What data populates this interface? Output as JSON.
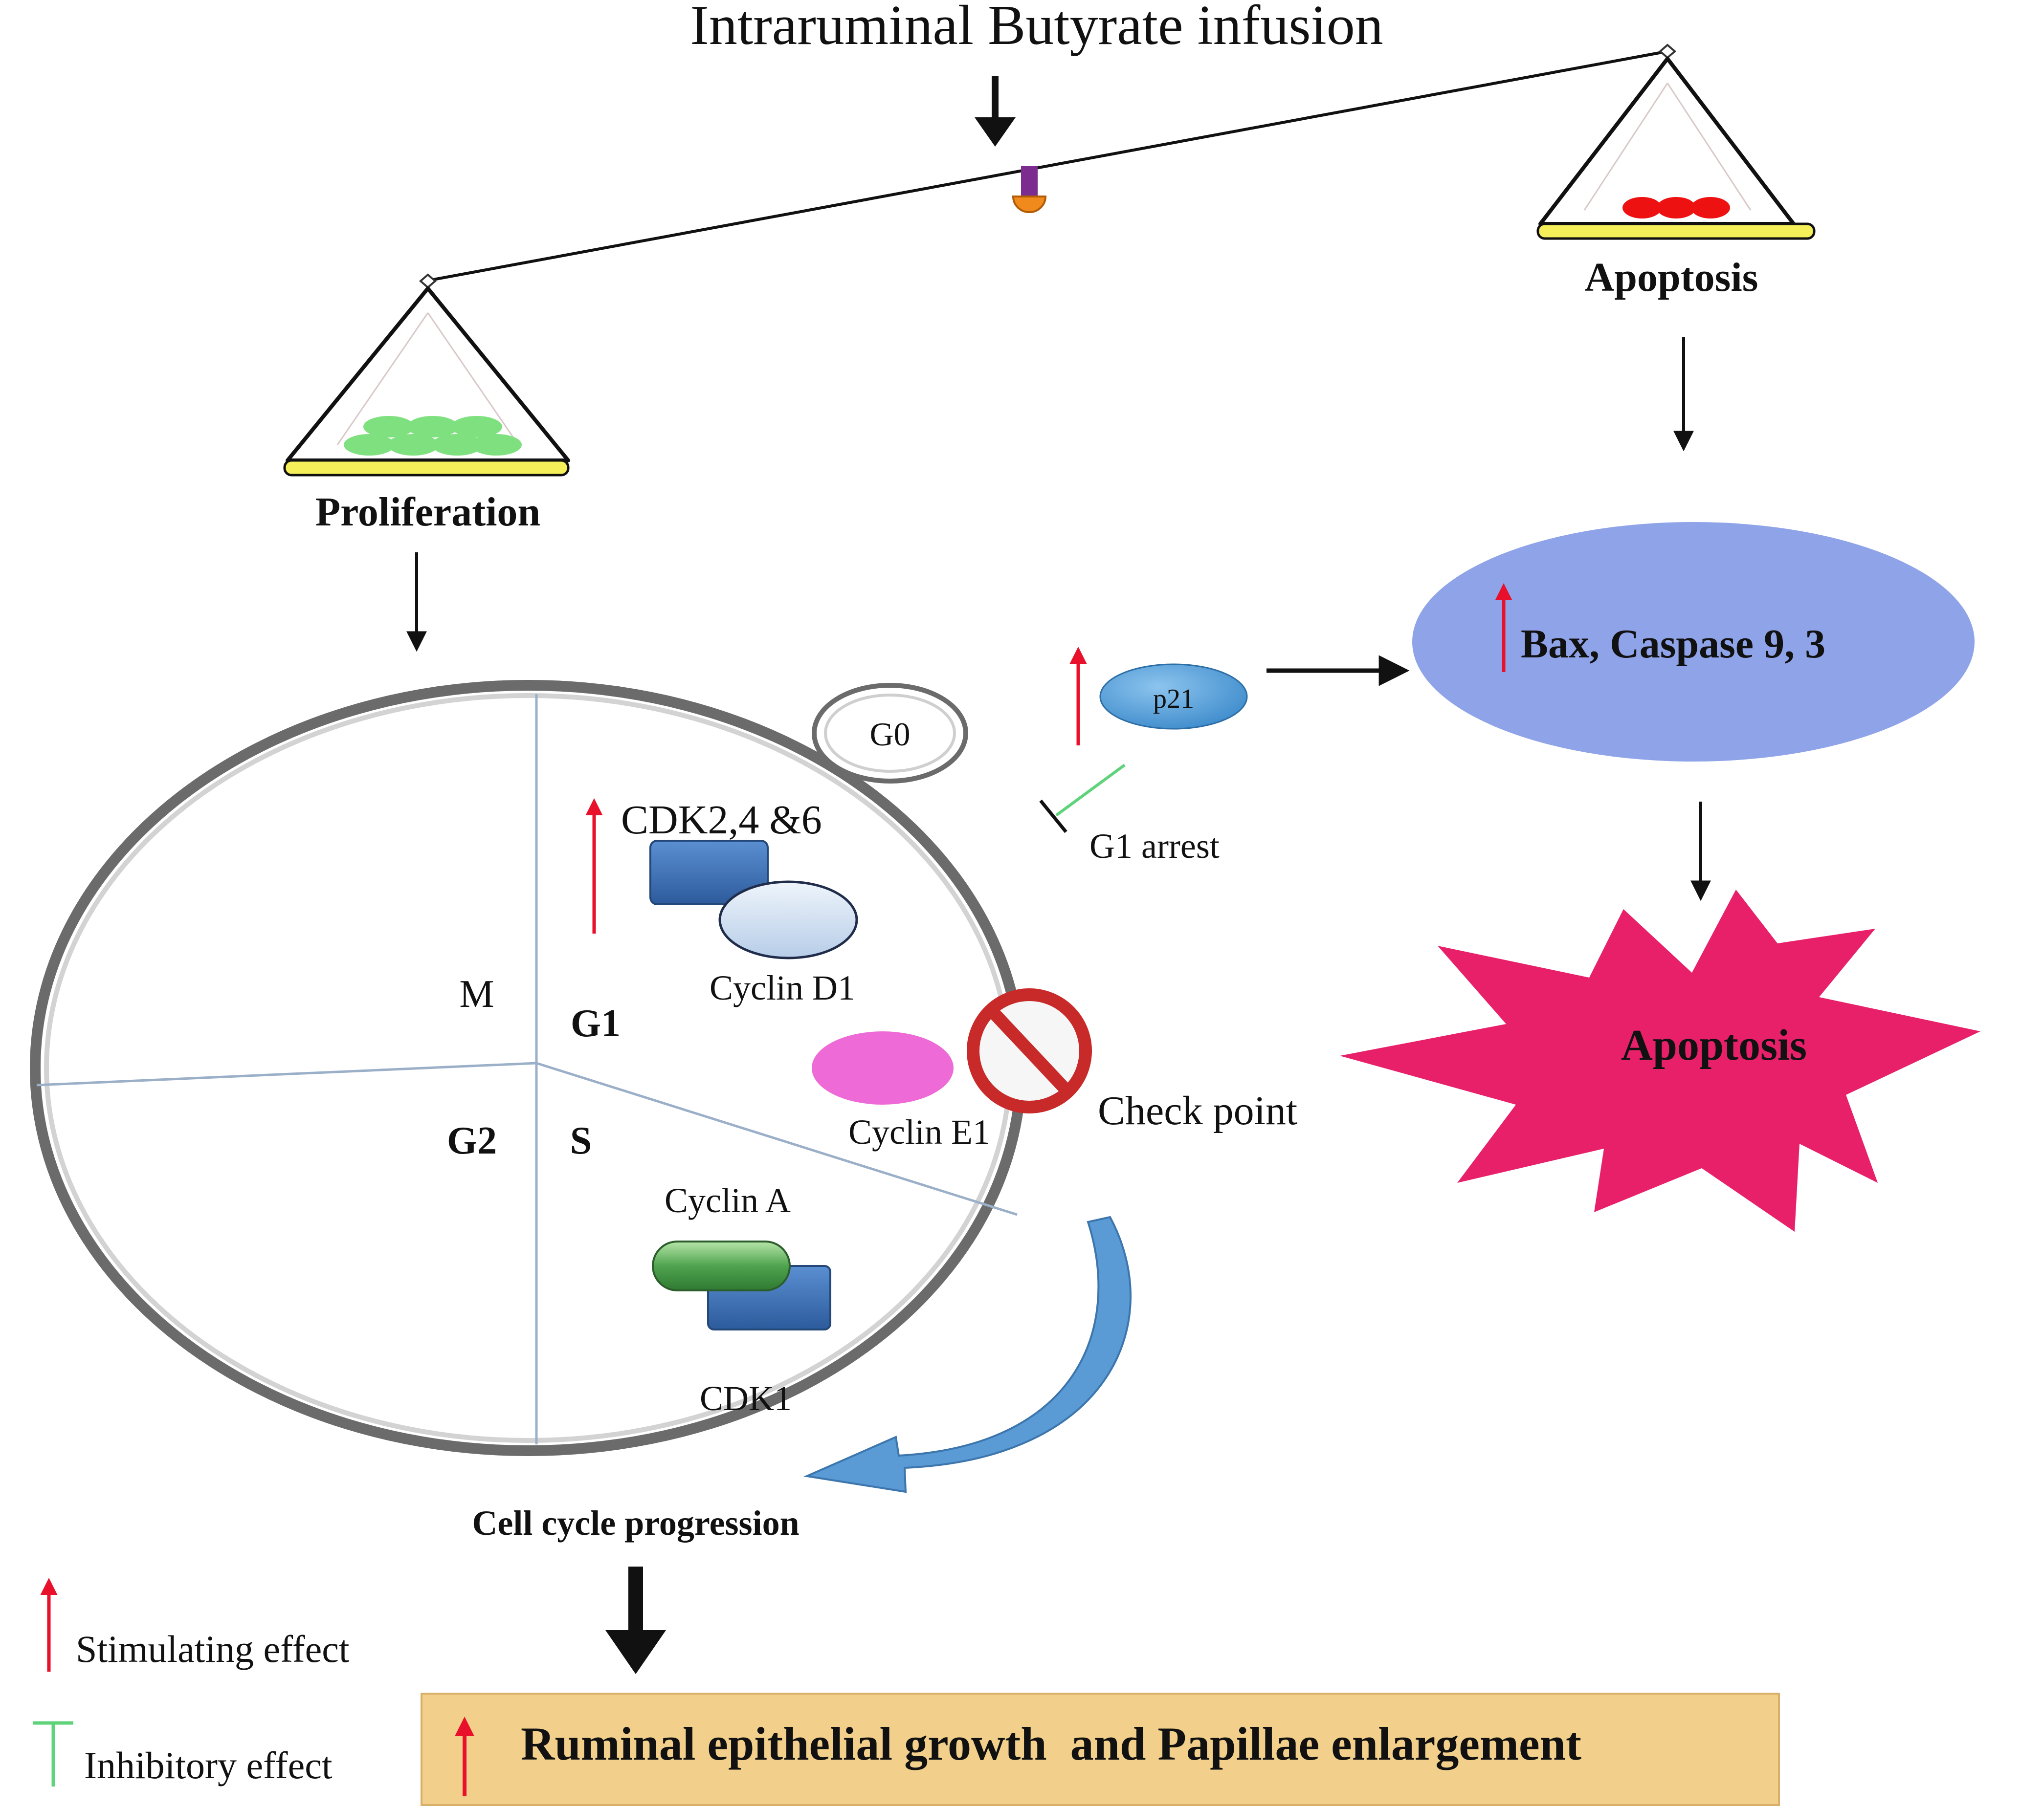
{
  "title": "Intraruminal Butyrate infusion",
  "balance": {
    "left_label": "Proliferation",
    "right_label": "Apoptosis"
  },
  "cell_cycle": {
    "phases": {
      "g0": "G0",
      "m": "M",
      "g1": "G1",
      "g2": "G2",
      "s": "S"
    },
    "cdk246": "CDK2,4 &6",
    "cyclin_d1": "Cyclin D1",
    "cyclin_e1": "Cyclin E1",
    "cyclin_a": "Cyclin A",
    "cdk1": "CDK1",
    "check_point": "Check point",
    "progression": "Cell cycle progression"
  },
  "p21": {
    "label": "p21",
    "g1_arrest": "G1 arrest"
  },
  "apoptosis_path": {
    "proteins": "Bax, Caspase 9, 3",
    "outcome": "Apoptosis"
  },
  "result": "Ruminal epithelial growth  and Papillae enlargement",
  "legend": {
    "stimulating": "Stimulating effect",
    "inhibitory": "Inhibitory effect"
  },
  "colors": {
    "stimulating_arrow": "#e8102a",
    "inhibitory_line": "#5fd37a",
    "proliferation_cells": "#7fe07f",
    "apoptosis_cells": "#ee1111",
    "pan_base": "#f5ef5a",
    "bax_ellipse": "#8fa3e8",
    "starburst": "#e8206a",
    "result_box": "#f2d08b",
    "cyclin_e1": "#ee6ad6",
    "cdk_box": "#3f72b8",
    "cyclin_a": "#4fa34f",
    "p21": "#4e99d8",
    "progression_arrow": "#5b9bd5"
  }
}
